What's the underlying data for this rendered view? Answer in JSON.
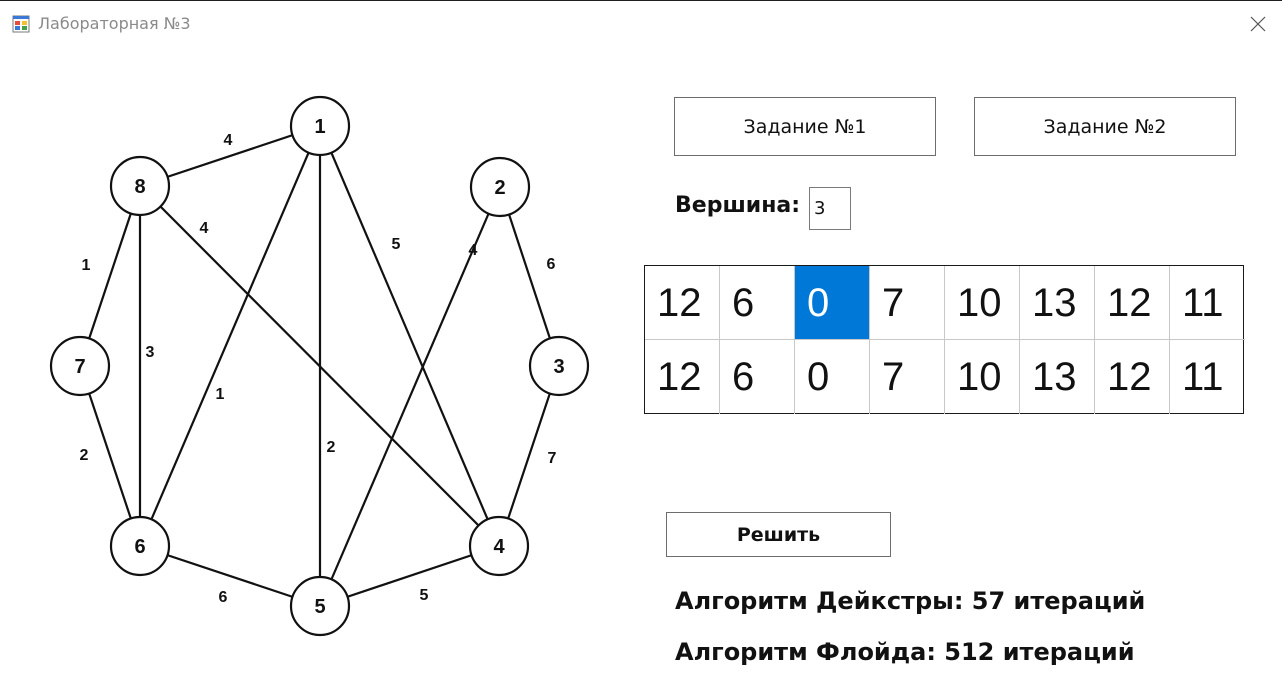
{
  "window": {
    "title": "Лабораторная №3",
    "icon": "windows-form-icon",
    "close_icon": "close-icon"
  },
  "graph": {
    "nodes": [
      "1",
      "2",
      "3",
      "4",
      "5",
      "6",
      "7",
      "8"
    ],
    "edges": [
      {
        "from": "8",
        "to": "1",
        "weight": "4"
      },
      {
        "from": "1",
        "to": "6",
        "weight": "1"
      },
      {
        "from": "1",
        "to": "5",
        "weight": "2"
      },
      {
        "from": "1",
        "to": "4",
        "weight": "5"
      },
      {
        "from": "2",
        "to": "5",
        "weight": "4"
      },
      {
        "from": "2",
        "to": "3",
        "weight": "6"
      },
      {
        "from": "3",
        "to": "4",
        "weight": "7"
      },
      {
        "from": "8",
        "to": "7",
        "weight": "1"
      },
      {
        "from": "8",
        "to": "6",
        "weight": "3"
      },
      {
        "from": "8",
        "to": "4",
        "weight": "4"
      },
      {
        "from": "7",
        "to": "6",
        "weight": "2"
      },
      {
        "from": "6",
        "to": "5",
        "weight": "6"
      },
      {
        "from": "5",
        "to": "4",
        "weight": "5"
      }
    ]
  },
  "buttons": {
    "task1": "Задание №1",
    "task2": "Задание №2",
    "solve": "Решить"
  },
  "vertex": {
    "label": "Вершина:",
    "value": "3"
  },
  "table": {
    "rows": [
      [
        "12",
        "6",
        "0",
        "7",
        "10",
        "13",
        "12",
        "11"
      ],
      [
        "12",
        "6",
        "0",
        "7",
        "10",
        "13",
        "12",
        "11"
      ]
    ],
    "selected_cell": {
      "row": 0,
      "col": 2
    },
    "selection_color": "#0078d7"
  },
  "results": {
    "dijkstra": "Алгоритм Дейкстры: 57 итераций",
    "floyd": "Алгоритм Флойда: 512 итераций"
  }
}
